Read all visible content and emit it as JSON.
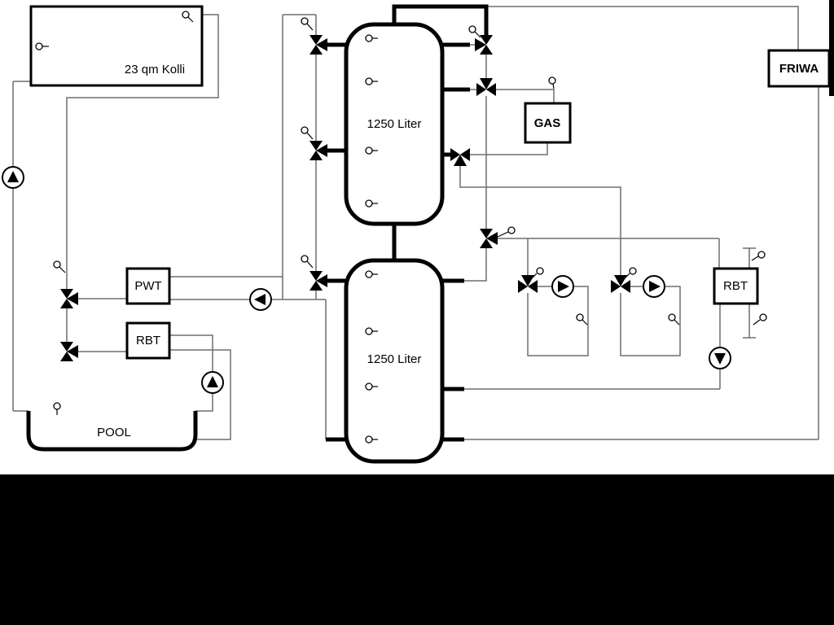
{
  "diagram": {
    "collector": {
      "label": "23 qm Kolli"
    },
    "tank_top": {
      "label": "1250 Liter"
    },
    "tank_bottom": {
      "label": "1250 Liter"
    },
    "gas_boiler": {
      "label": "GAS"
    },
    "friwa": {
      "label": "FRIWA"
    },
    "pwt": {
      "label": "PWT"
    },
    "rbt_left": {
      "label": "RBT"
    },
    "rbt_right": {
      "label": "RBT"
    },
    "pool": {
      "label": "POOL"
    }
  },
  "colors": {
    "line": "#6e6e6e",
    "pipe": "#000000",
    "background": "#ffffff",
    "mask": "#000000"
  }
}
